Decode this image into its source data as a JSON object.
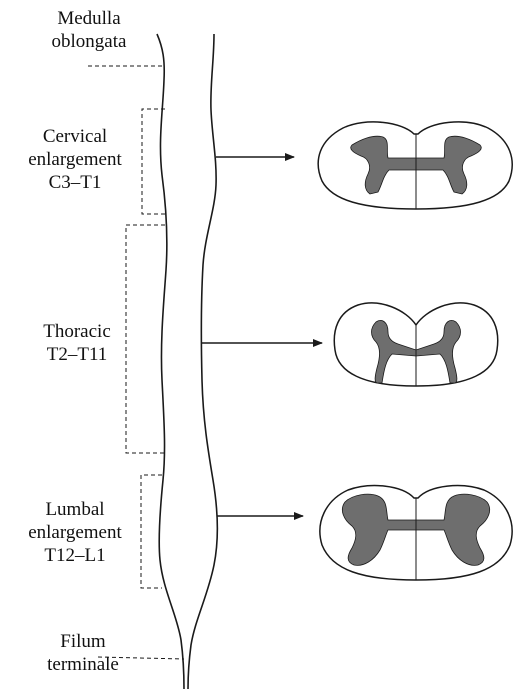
{
  "labels": {
    "medulla": [
      "Medulla",
      "oblongata"
    ],
    "cervical": [
      "Cervical",
      "enlargement",
      "C3–T1"
    ],
    "thoracic": [
      "Thoracic",
      "T2–T11"
    ],
    "lumbal": [
      "Lumbal",
      "enlargement",
      "T12–L1"
    ],
    "filum": [
      "Filum",
      "terminale"
    ]
  },
  "colors": {
    "line": "#1a1a1a",
    "gray_matter": "#6e6e6e",
    "white_matter": "#ffffff"
  }
}
